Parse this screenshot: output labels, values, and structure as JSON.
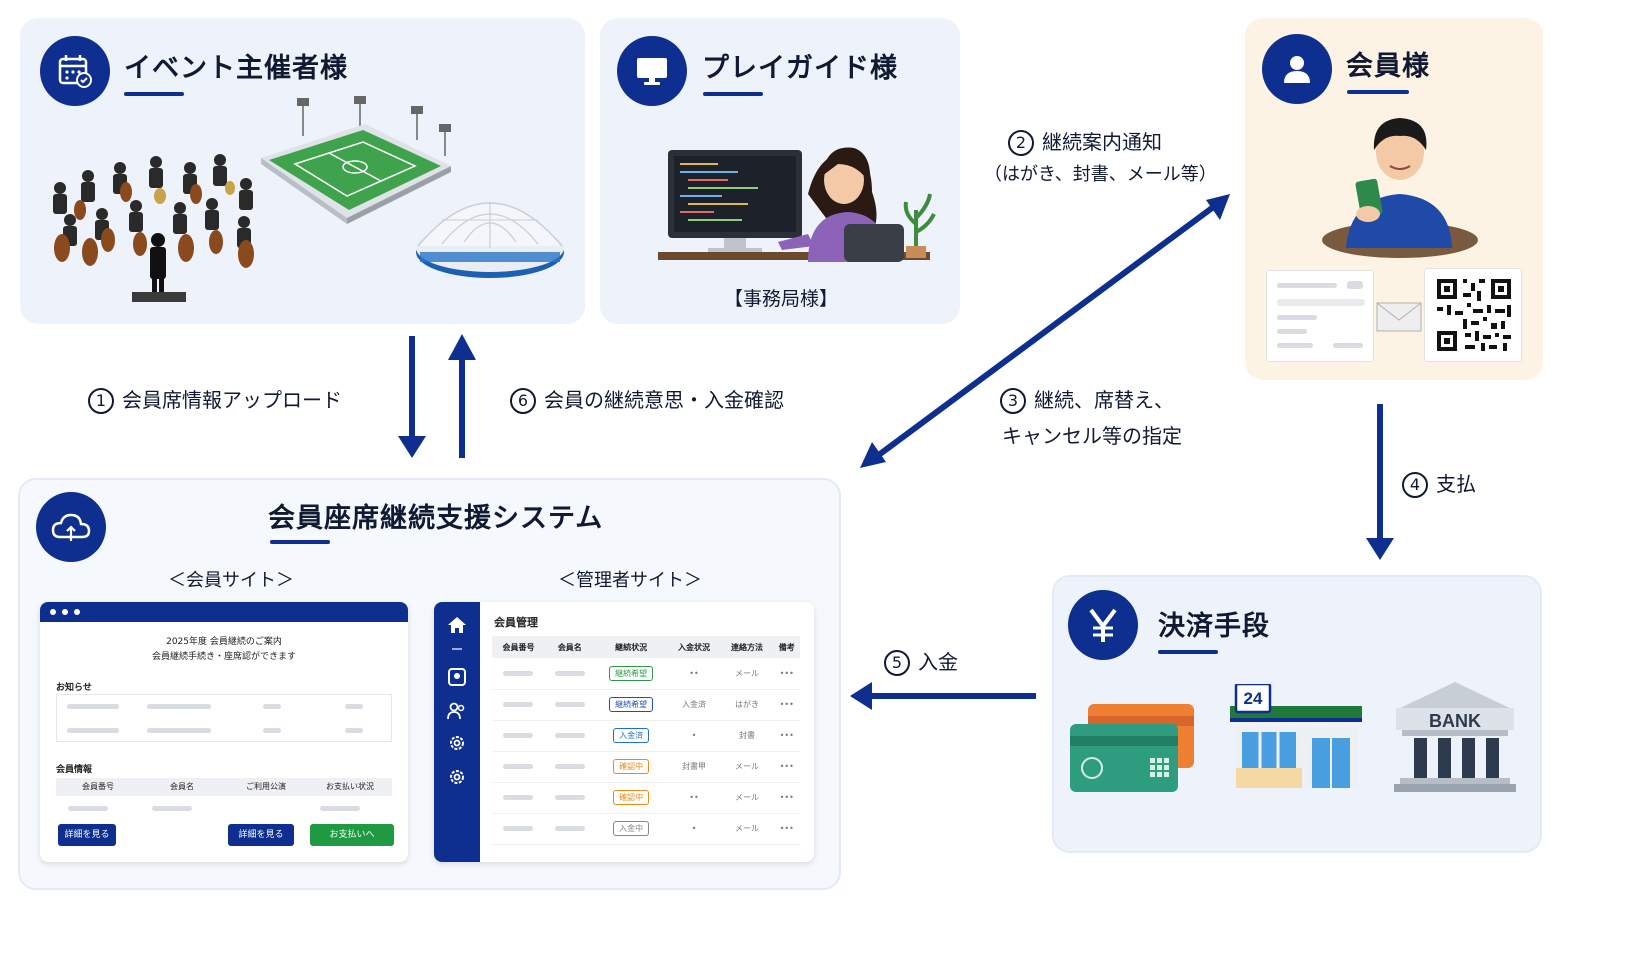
{
  "organizer": {
    "title": "イベント主催者様"
  },
  "playguide": {
    "title": "プレイガイド様",
    "caption": "【事務局様】"
  },
  "member": {
    "title": "会員様"
  },
  "system": {
    "title": "会員座席継続支援システム",
    "member_site_label": "＜会員サイト＞",
    "admin_site_label": "＜管理者サイト＞"
  },
  "payment": {
    "title": "決済手段",
    "store_number": "24",
    "bank_label": "BANK"
  },
  "flows": {
    "f1": {
      "num": "1",
      "text": "会員席情報アップロード"
    },
    "f2": {
      "num": "2",
      "text": "継続案内通知",
      "sub": "（はがき、封書、メール等）"
    },
    "f3": {
      "num": "3",
      "line1": "継続、席替え、",
      "line2": "キャンセル等の指定"
    },
    "f4": {
      "num": "4",
      "text": "支払"
    },
    "f5": {
      "num": "5",
      "text": "入金"
    },
    "f6": {
      "num": "6",
      "text": "会員の継続意思・入金確認"
    }
  },
  "member_site": {
    "header1": "2025年度 会員継続のご案内",
    "header2": "会員継続手続き・座席認ができます",
    "notice_label": "お知らせ",
    "info_label": "会員情報",
    "columns": [
      "会員番号",
      "会員名",
      "ご利用公演",
      "お支払い状況"
    ],
    "buttons": [
      "詳細を見る",
      "詳細を見る",
      "お支払いへ"
    ]
  },
  "admin_site": {
    "title": "会員管理",
    "columns": [
      "会員番号",
      "会員名",
      "継続状況",
      "入金状況",
      "連絡方法",
      "備考"
    ],
    "rows": [
      {
        "status": "継続希望",
        "payment": "••",
        "contact": "メール",
        "note": "•••",
        "color": "#2e9a47"
      },
      {
        "status": "継続希望",
        "payment": "入金済",
        "contact": "はがき",
        "note": "•••",
        "color": "#1f4fb0"
      },
      {
        "status": "入金済",
        "payment": "•",
        "contact": "封書",
        "note": "•••",
        "color": "#1f6fd0"
      },
      {
        "status": "確認中",
        "payment": "封書甲",
        "contact": "メール",
        "note": "•••",
        "color": "#e88a1a"
      },
      {
        "status": "確認中",
        "payment": "••",
        "contact": "メール",
        "note": "•••",
        "color": "#e88a1a"
      },
      {
        "status": "入金中",
        "payment": "•",
        "contact": "メール",
        "note": "•••",
        "color": "#888888"
      }
    ]
  },
  "colors": {
    "accent": "#0e2f8f",
    "green": "#1f9a43"
  }
}
